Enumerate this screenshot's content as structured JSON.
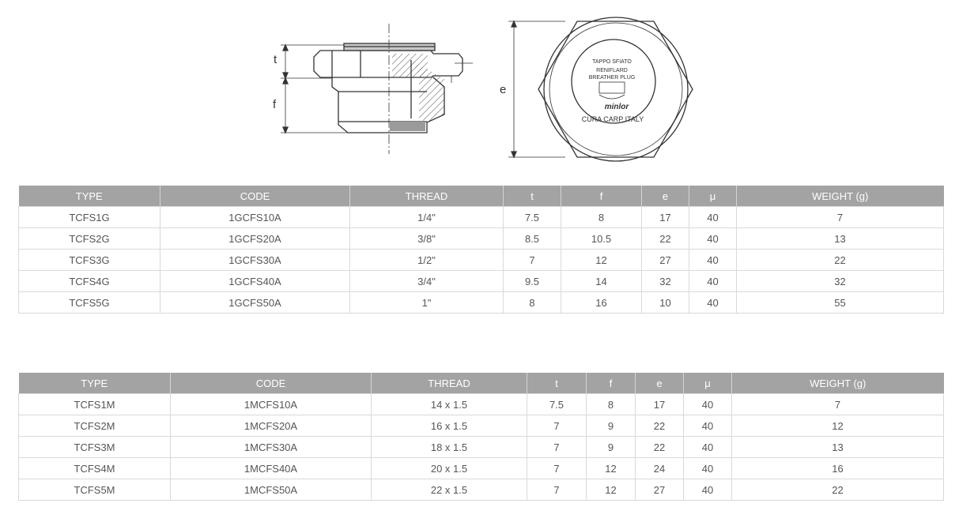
{
  "drawing": {
    "dim_t": "t",
    "dim_f": "f",
    "dim_e": "e",
    "plug_marking": {
      "line1": "TAPPO SFIATO",
      "line2": "RENIFLARD",
      "line3": "BREATHER PLUG",
      "brand": "minlor",
      "line4": "CURA CARP ITALY"
    }
  },
  "tables": [
    {
      "columns": [
        "TYPE",
        "CODE",
        "THREAD",
        "t",
        "f",
        "e",
        "μ",
        "WEIGHT (g)"
      ],
      "rows": [
        [
          "TCFS1G",
          "1GCFS10A",
          "1/4\"",
          "7.5",
          "8",
          "17",
          "40",
          "7"
        ],
        [
          "TCFS2G",
          "1GCFS20A",
          "3/8\"",
          "8.5",
          "10.5",
          "22",
          "40",
          "13"
        ],
        [
          "TCFS3G",
          "1GCFS30A",
          "1/2\"",
          "7",
          "12",
          "27",
          "40",
          "22"
        ],
        [
          "TCFS4G",
          "1GCFS40A",
          "3/4\"",
          "9.5",
          "14",
          "32",
          "40",
          "32"
        ],
        [
          "TCFS5G",
          "1GCFS50A",
          "1\"",
          "8",
          "16",
          "10",
          "40",
          "55"
        ]
      ]
    },
    {
      "columns": [
        "TYPE",
        "CODE",
        "THREAD",
        "t",
        "f",
        "e",
        "μ",
        "WEIGHT (g)"
      ],
      "rows": [
        [
          "TCFS1M",
          "1MCFS10A",
          "14 x 1.5",
          "7.5",
          "8",
          "17",
          "40",
          "7"
        ],
        [
          "TCFS2M",
          "1MCFS20A",
          "16 x 1.5",
          "7",
          "9",
          "22",
          "40",
          "12"
        ],
        [
          "TCFS3M",
          "1MCFS30A",
          "18 x 1.5",
          "7",
          "9",
          "22",
          "40",
          "13"
        ],
        [
          "TCFS4M",
          "1MCFS40A",
          "20 x 1.5",
          "7",
          "12",
          "24",
          "40",
          "16"
        ],
        [
          "TCFS5M",
          "1MCFS50A",
          "22 x 1.5",
          "7",
          "12",
          "27",
          "40",
          "22"
        ]
      ]
    }
  ],
  "colors": {
    "header_bg": "#a3a3a3",
    "header_text": "#ffffff",
    "cell_text": "#555555",
    "grid": "#d9d9d9"
  }
}
